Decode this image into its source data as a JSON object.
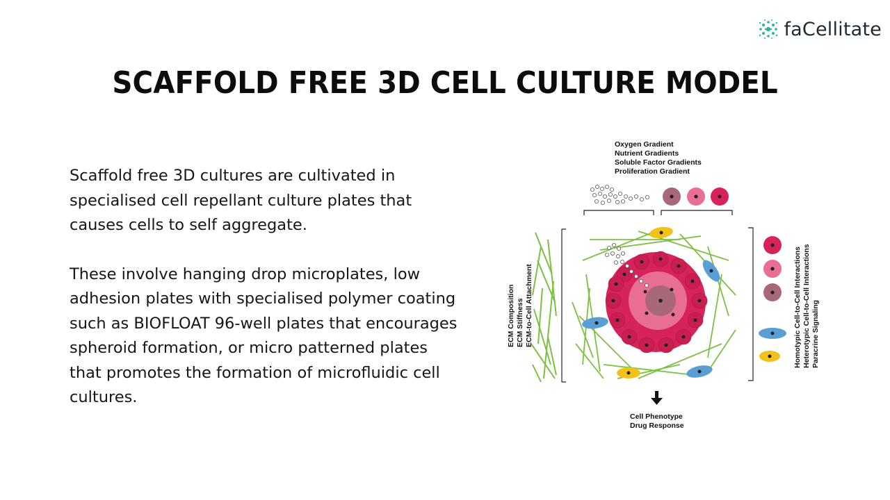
{
  "brand": {
    "name": "faCellitate",
    "logo_icon": "cell-cluster-logo-icon"
  },
  "slide": {
    "title": "SCAFFOLD FREE 3D CELL CULTURE MODEL",
    "paragraphs": [
      "Scaffold free 3D cultures are cultivated in specialised cell repellant culture plates that causes cells to self aggregate.",
      "These involve hanging drop microplates, low adhesion plates with specialised polymer coating such as BIOFLOAT 96-well plates that encourages spheroid formation, or micro patterned plates that promotes the formation of microfluidic cell cultures."
    ]
  },
  "figure": {
    "top_labels": [
      "Oxygen Gradient",
      "Nutrient Gradients",
      "Soluble Factor Gradients",
      "Proliferation Gradient"
    ],
    "left_labels": [
      "ECM Composition",
      "ECM Stiffness",
      "ECM-to-Cell Attachment"
    ],
    "right_labels": [
      "Homotypic Cell-to-Cell Interactions",
      "Heterotypic Cell-to-Cell Interactions",
      "Paracrine Signaling"
    ],
    "bottom_labels": [
      "Cell Phenotype",
      "Drug Response"
    ],
    "colors": {
      "cell": "#d6245a",
      "cell_light": "#e86f92",
      "cell_dark": "#a86878",
      "fibroblast_blue": "#5a9fd4",
      "cell_yellow": "#f2c21a",
      "ecm_fiber": "#7bc043"
    }
  }
}
